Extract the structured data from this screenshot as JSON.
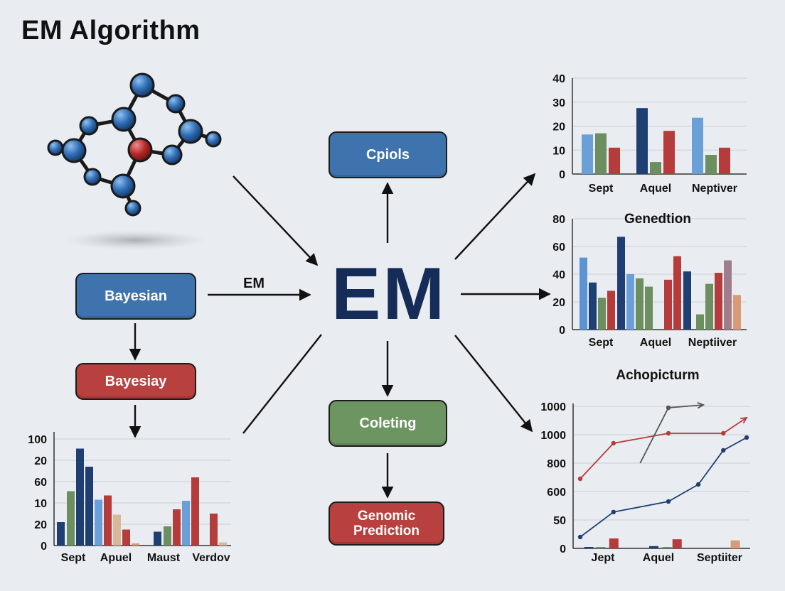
{
  "title": "EM Algorithm",
  "center_label": "EM",
  "edge_label": "EM",
  "nodes": {
    "cpiols": "Cpiols",
    "bayesian": "Bayesian",
    "bayesiay": "Bayesiay",
    "coleting": "Coleting",
    "genomic_prediction": "Genomic Prediction"
  },
  "colors": {
    "blue": "#3f73ad",
    "red": "#b8403e",
    "green": "#6d9562",
    "navy": "#142c57"
  },
  "icons": {
    "molecule": "molecule-icon"
  },
  "chart_data": [
    {
      "id": "top-right-bar",
      "type": "bar",
      "title": "",
      "categories": [
        "Sept",
        "Aquel",
        "Neptiver"
      ],
      "yticks": [
        0,
        10,
        20,
        30,
        40
      ],
      "ylim": [
        0,
        40
      ],
      "series": [
        {
          "color": "#6a9fd8",
          "values": [
            16.5,
            0,
            23.5
          ]
        },
        {
          "color": "#6b8f5e",
          "values": [
            17,
            0,
            8
          ]
        },
        {
          "color": "#b63b3b",
          "values": [
            11,
            0,
            11
          ]
        },
        {
          "color": "#1f3f73",
          "values": [
            0,
            27.5,
            0
          ]
        },
        {
          "color": "#6b8f5e",
          "values": [
            0,
            5,
            0
          ]
        },
        {
          "color": "#b63b3b",
          "values": [
            0,
            18,
            0
          ]
        }
      ]
    },
    {
      "id": "middle-right-bar",
      "type": "bar",
      "title": "Genedtion",
      "categories": [
        "Sept",
        "Aquel",
        "Neptiiver"
      ],
      "yticks": [
        0,
        20,
        40,
        60,
        80
      ],
      "ylim": [
        0,
        80
      ],
      "bars": [
        {
          "v": 52,
          "c": "#5b93d3"
        },
        {
          "v": 34,
          "c": "#1f3f73"
        },
        {
          "v": 23,
          "c": "#6b8f5e"
        },
        {
          "v": 28,
          "c": "#b63b3b"
        },
        {
          "v": 67,
          "c": "#1f3f73"
        },
        {
          "v": 40,
          "c": "#6a9fd8"
        },
        {
          "v": 37,
          "c": "#6b8f5e"
        },
        {
          "v": 31,
          "c": "#6b8f5e"
        },
        {
          "v": 36,
          "c": "#b63b3b"
        },
        {
          "v": 53,
          "c": "#b63b3b"
        },
        {
          "v": 42,
          "c": "#1f3f73"
        },
        {
          "v": 11,
          "c": "#6b8f5e"
        },
        {
          "v": 33,
          "c": "#6b8f5e"
        },
        {
          "v": 41,
          "c": "#b63b3b"
        },
        {
          "v": 50,
          "c": "#a07d8b"
        },
        {
          "v": 25,
          "c": "#d99a7a"
        }
      ]
    },
    {
      "id": "bottom-right-line",
      "type": "line",
      "title": "Achopicturm",
      "categories": [
        "Jept",
        "Aquel",
        "Septiiter"
      ],
      "yticks": [
        "0",
        "50",
        "600",
        "800",
        "1000",
        "1000"
      ],
      "series": [
        {
          "color": "#b63b3b",
          "points": [
            [
              0,
              2.45
            ],
            [
              0.2,
              3.7
            ],
            [
              0.53,
              4.05
            ],
            [
              0.86,
              4.05
            ],
            [
              1.0,
              4.6
            ]
          ]
        },
        {
          "color": "#1f3f73",
          "points": [
            [
              0,
              0.4
            ],
            [
              0.2,
              1.28
            ],
            [
              0.53,
              1.65
            ],
            [
              0.71,
              2.25
            ],
            [
              0.86,
              3.45
            ],
            [
              1.0,
              3.9
            ]
          ]
        },
        {
          "color": "#555555",
          "points": [
            [
              0.36,
              3.0
            ],
            [
              0.53,
              4.95
            ],
            [
              0.74,
              5.05
            ]
          ]
        }
      ],
      "small_bars": [
        {
          "x": 0.05,
          "v": 0.05,
          "c": "#1f3f73"
        },
        {
          "x": 0.12,
          "v": 0.05,
          "c": "#6b8f5e"
        },
        {
          "x": 0.2,
          "v": 0.35,
          "c": "#b63b3b"
        },
        {
          "x": 0.44,
          "v": 0.08,
          "c": "#1f3f73"
        },
        {
          "x": 0.52,
          "v": 0.05,
          "c": "#6b8f5e"
        },
        {
          "x": 0.58,
          "v": 0.32,
          "c": "#b63b3b"
        },
        {
          "x": 0.93,
          "v": 0.28,
          "c": "#d99a7a"
        }
      ]
    },
    {
      "id": "bottom-left-bar",
      "type": "bar",
      "title": "",
      "categories": [
        "Sept",
        "Apuel",
        "Maust",
        "Verdov"
      ],
      "yticks": [
        "0",
        "20",
        "10",
        "60",
        "20",
        "100"
      ],
      "bars": [
        {
          "v": 1.1,
          "c": "#1f3f73"
        },
        {
          "v": 2.55,
          "c": "#6b8f5e"
        },
        {
          "v": 4.55,
          "c": "#1f3f73"
        },
        {
          "v": 3.7,
          "c": "#1f3f73"
        },
        {
          "v": 2.15,
          "c": "#6a9fd8"
        },
        {
          "v": 2.35,
          "c": "#b63b3b"
        },
        {
          "v": 1.45,
          "c": "#d9b79b"
        },
        {
          "v": 0.75,
          "c": "#b63b3b"
        },
        {
          "v": 0.1,
          "c": "#d99a7a"
        },
        {
          "v": 0,
          "c": "#000000"
        },
        {
          "v": 0.65,
          "c": "#1f3f73"
        },
        {
          "v": 0.9,
          "c": "#6b8f5e"
        },
        {
          "v": 1.7,
          "c": "#b63b3b"
        },
        {
          "v": 2.1,
          "c": "#6a9fd8"
        },
        {
          "v": 3.2,
          "c": "#b63b3b"
        },
        {
          "v": 0,
          "c": "#000000"
        },
        {
          "v": 1.5,
          "c": "#b63b3b"
        },
        {
          "v": 0.15,
          "c": "#d9b79b"
        }
      ]
    }
  ]
}
